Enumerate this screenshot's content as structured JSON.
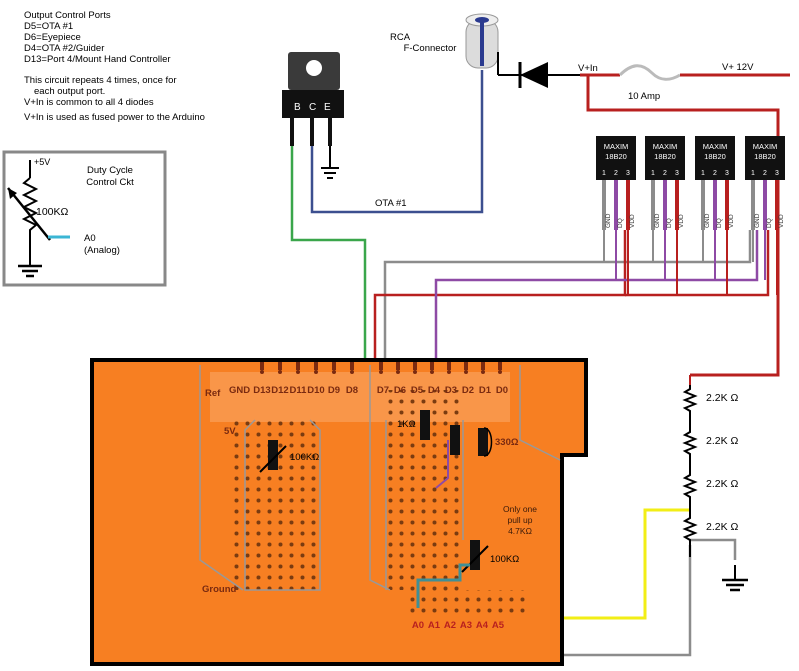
{
  "notes": {
    "title": "Output Control Ports",
    "ports": [
      "D5=OTA #1",
      "D6=Eyepiece",
      "D4=OTA #2/Guider",
      "D13=Port 4/Mount Hand Controller"
    ],
    "desc": [
      "This circuit repeats 4 times, once for",
      "each output port.",
      "V+In is common to all 4 diodes",
      "V+In is used as fused power to the Arduino"
    ]
  },
  "duty_box": {
    "title_line1": "Duty Cycle",
    "title_line2": "Control Ckt",
    "vplus": "+5V",
    "pot": "100KΩ",
    "a0": "A0",
    "analog": "(Analog)"
  },
  "transistor": {
    "b": "B",
    "c": "C",
    "e": "E"
  },
  "rca": {
    "line1": "RCA",
    "line2": "F-Connector"
  },
  "power": {
    "vin": "V+In",
    "v12": "V+ 12V",
    "fuse": "10 Amp"
  },
  "ota_label": "OTA #1",
  "sensors": {
    "brand": "MAXIM",
    "model": "18B20",
    "pins": [
      "1",
      "2",
      "3"
    ],
    "pin_labels": [
      "GND",
      "DQ",
      "VDD"
    ],
    "count": 4
  },
  "resistors": [
    "2.2K Ω",
    "2.2K Ω",
    "2.2K Ω",
    "2.2K Ω"
  ],
  "board": {
    "ref": "Ref",
    "gnd": "GND",
    "pins_left": [
      "D13",
      "D12",
      "D11",
      "D10",
      "D9",
      "D8"
    ],
    "pins_right": [
      "D7",
      "D6",
      "D5",
      "D4",
      "D3",
      "D2",
      "D1",
      "D0"
    ],
    "v5": "5V",
    "ground": "Ground",
    "pot1": "100KΩ",
    "r1k": "1KΩ",
    "r330": "330Ω",
    "pullup": [
      "Only one",
      "pull up",
      "4.7KΩ"
    ],
    "pot2": "100KΩ",
    "analog_pins": [
      "A0",
      "A1",
      "A2",
      "A3",
      "A4",
      "A5"
    ]
  },
  "colors": {
    "board": "#f77f22",
    "board_edge": "#000000",
    "red_wire": "#b8201f",
    "green_wire": "#3aa64b",
    "blue_wire": "#3c4f8f",
    "purple_wire": "#8e4aa5",
    "gray_wire": "#8c8c8c",
    "yellow_wire": "#f2ee16",
    "teal_wire": "#3f8f96"
  }
}
